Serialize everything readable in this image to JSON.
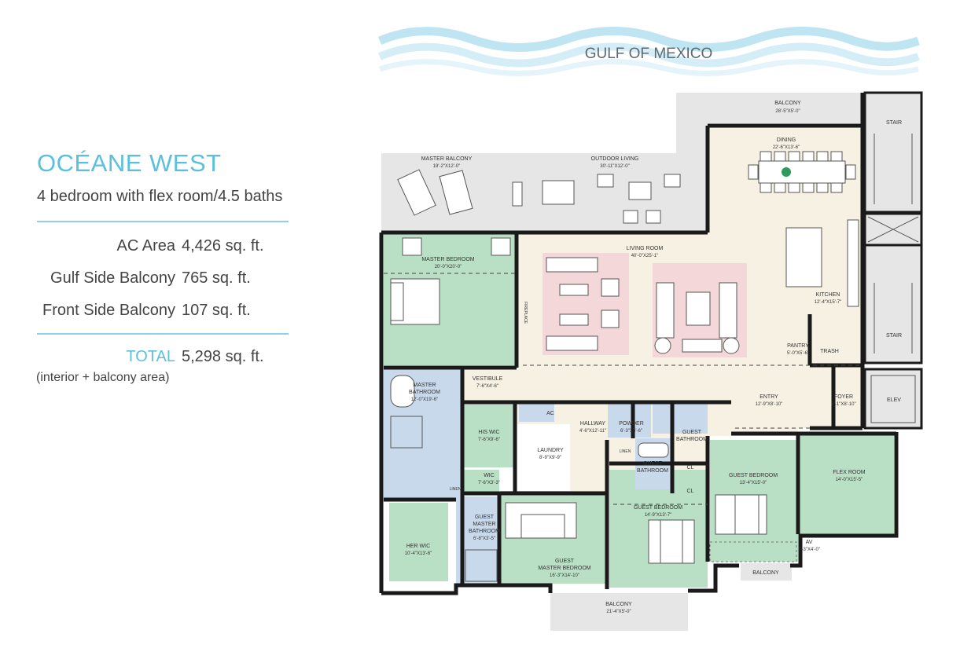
{
  "header": {
    "water_label": "GULF OF MEXICO",
    "title": "OCÉANE WEST",
    "subtitle": "4 bedroom with flex room/4.5 baths"
  },
  "areas": [
    {
      "label": "AC Area",
      "value": "4,426 sq. ft."
    },
    {
      "label": "Gulf Side Balcony",
      "value": "765 sq. ft."
    },
    {
      "label": "Front Side Balcony",
      "value": "107 sq. ft."
    }
  ],
  "total": {
    "label": "TOTAL",
    "value": "5,298 sq. ft.",
    "note": "(interior + balcony area)"
  },
  "colors": {
    "accent": "#5bc0de",
    "bedroom": "#b9e0c5",
    "bath": "#c9d9ec",
    "living": "#f6f1e2",
    "balcony": "#e6e6e6",
    "rug": "#f3d7d9",
    "wall": "#1a1a1a",
    "water": "#a9dcef"
  },
  "rooms": {
    "balcony_top": {
      "name": "BALCONY",
      "dim": "28'-5\"X5'-0\""
    },
    "stair_top": {
      "name": "STAIR"
    },
    "dining": {
      "name": "DINING",
      "dim": "22'-6\"X13'-6\""
    },
    "master_balcony": {
      "name": "MASTER BALCONY",
      "dim": "19'-2\"X12'-0\""
    },
    "outdoor_living": {
      "name": "OUTDOOR LIVING",
      "dim": "30'-11\"X12'-0\""
    },
    "master_bedroom": {
      "name": "MASTER BEDROOM",
      "dim": "20'-0\"X20'-0\""
    },
    "living_room": {
      "name": "LIVING ROOM",
      "dim": "40'-0\"X25'-1\""
    },
    "fireplace": {
      "name": "FIREPLACE"
    },
    "kitchen": {
      "name": "KITCHEN",
      "dim": "12'-4\"X15'-7\""
    },
    "pantry": {
      "name": "PANTRY",
      "dim": "5'-0\"X5'-6\""
    },
    "trash": {
      "name": "TRASH"
    },
    "stair_bottom": {
      "name": "STAIR"
    },
    "elev": {
      "name": "ELEV"
    },
    "vestibule": {
      "name": "VESTIBULE",
      "dim": "7'-6\"X4'-6\""
    },
    "entry": {
      "name": "ENTRY",
      "dim": "12'-9\"X8'-10\""
    },
    "foyer": {
      "name": "FOYER",
      "dim": "8'-1\"X8'-10\""
    },
    "master_bathroom": {
      "name": "MASTER",
      "name2": "BATHROOM",
      "dim": "12'-0\"X19'-6\""
    },
    "his_wic": {
      "name": "HIS WIC",
      "dim": "7'-6\"X9'-6\""
    },
    "ac": {
      "name": "AC"
    },
    "hallway": {
      "name": "HALLWAY",
      "dim": "4'-6\"X12'-11\""
    },
    "powder": {
      "name": "POWDER",
      "dim": "6'-3\"X5'-6\""
    },
    "guest_bath_1": {
      "name": "GUEST",
      "name2": "BATHROOM"
    },
    "laundry": {
      "name": "LAUNDRY",
      "dim": "8'-9\"X9'-9\""
    },
    "linen_1": {
      "name": "LINEN"
    },
    "guest_bath_2": {
      "name": "GUEST",
      "name2": "BATHROOM"
    },
    "cl_1": {
      "name": "CL"
    },
    "cl_2": {
      "name": "CL"
    },
    "guest_bedroom_r": {
      "name": "GUEST BEDROOM",
      "dim": "13'-4\"X15'-0\""
    },
    "flex_room": {
      "name": "FLEX ROOM",
      "dim": "14'-0\"X15'-5\""
    },
    "wic": {
      "name": "WIC",
      "dim": "7'-6\"X3'-3\""
    },
    "linen_2": {
      "name": "LINEN"
    },
    "guest_master_bath": {
      "name": "GUEST",
      "name2": "MASTER",
      "name3": "BATHROOM",
      "dim": "6'-8\"X3'-5\""
    },
    "guest_bedroom_m": {
      "name": "GUEST BEDROOM",
      "dim": "14'-9\"X13'-7\""
    },
    "her_wic": {
      "name": "HER WIC",
      "dim": "10'-4\"X13'-6\""
    },
    "guest_master_bedroom": {
      "name": "GUEST",
      "name2": "MASTER BEDROOM",
      "dim": "16'-3\"X14'-10\""
    },
    "av": {
      "name": "AV",
      "dim": "3'-3\"X4'-0\""
    },
    "balcony_small": {
      "name": "BALCONY"
    },
    "balcony_bottom": {
      "name": "BALCONY",
      "dim": "21'-4\"X5'-0\""
    }
  }
}
